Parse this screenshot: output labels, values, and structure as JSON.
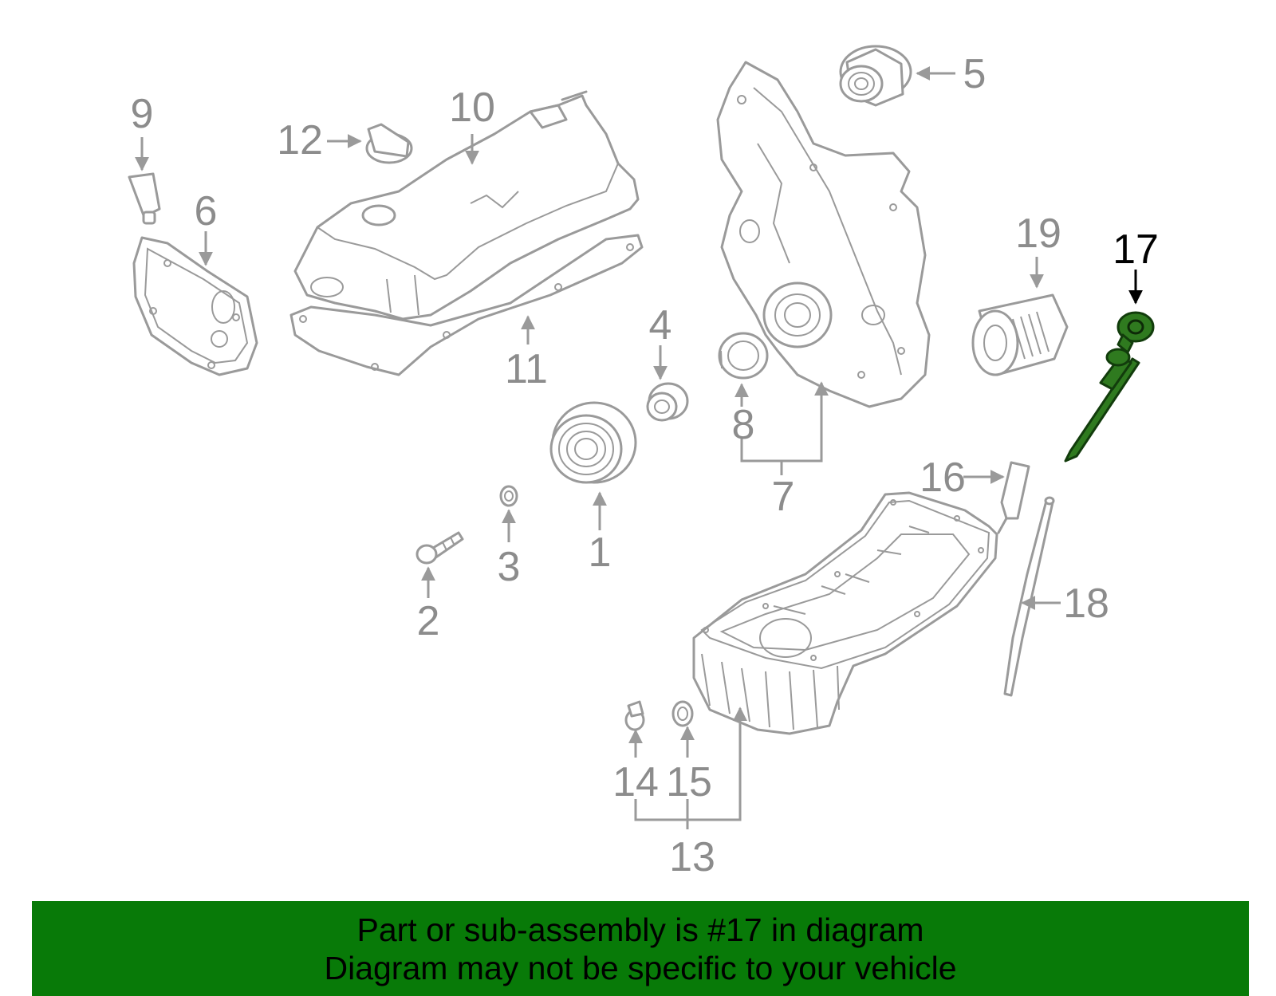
{
  "callouts": {
    "c1": "1",
    "c2": "2",
    "c3": "3",
    "c4": "4",
    "c5": "5",
    "c6": "6",
    "c7": "7",
    "c8": "8",
    "c9": "9",
    "c10": "10",
    "c11": "11",
    "c12": "12",
    "c13": "13",
    "c14": "14",
    "c15": "15",
    "c16": "16",
    "c17": "17",
    "c18": "18",
    "c19": "19"
  },
  "highlighted_part": "17",
  "banner": {
    "line1": "Part or sub-assembly is #17 in diagram",
    "line2": "Diagram may not be specific to your vehicle"
  },
  "colors": {
    "banner_bg": "#087a08",
    "part_line": "#9a9a9a",
    "highlight_part": "#2f7a1f"
  }
}
